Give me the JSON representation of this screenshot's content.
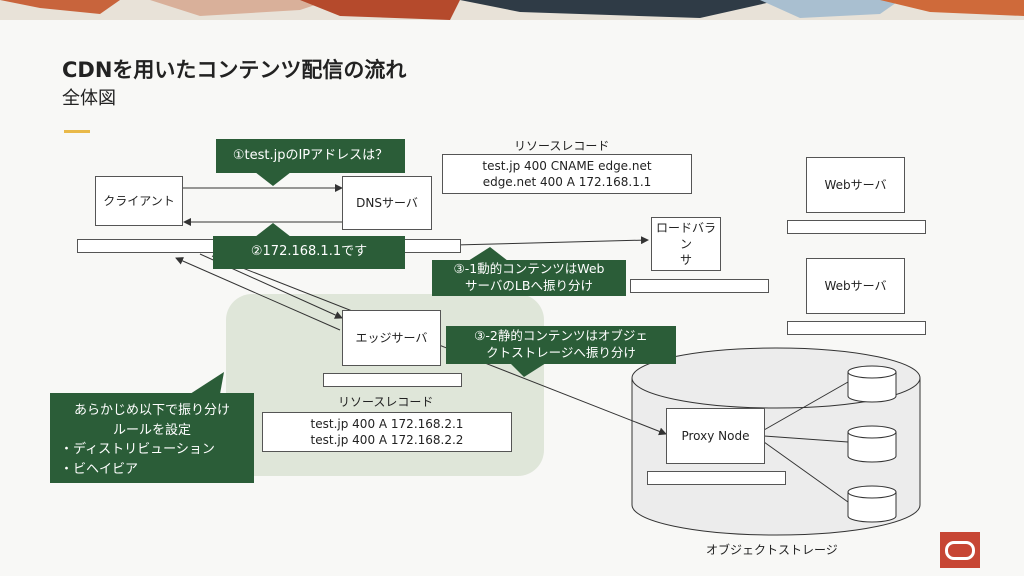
{
  "slide": {
    "title": "CDNを用いたコンテンツ配信の流れ",
    "subtitle": "全体図"
  },
  "nodes": {
    "client": "クライアント",
    "dns_server": "DNSサーバ",
    "load_balancer": "ロードバラン\nサ",
    "web_server_1": "Webサーバ",
    "web_server_2": "Webサーバ",
    "edge_server": "エッジサーバ",
    "proxy_node": "Proxy Node"
  },
  "labels": {
    "resource_record_top": "リソースレコード",
    "resource_record_edge": "リソースレコード",
    "object_storage": "オブジェクトストレージ"
  },
  "records": {
    "dns": "test.jp  400 CNAME edge.net\nedge.net 400 A 172.168.1.1",
    "edge": "test.jp  400 A 172.168.2.1\ntest.jp 400 A 172.168.2.2"
  },
  "callouts": {
    "step1": "①test.jpのIPアドレスは？",
    "step2": "②172.168.1.1です",
    "step3_1": "③-1動的コンテンツはWeb\nサーバのLBへ振り分け",
    "step3_2": "③-2静的コンテンツはオブジェ\nクトストレージへ振り分け",
    "note_line1": "あらかじめ以下で振り分け",
    "note_line2": "ルールを設定",
    "note_line3": "・ディストリビューション",
    "note_line4": "・ビヘイビア"
  },
  "colors": {
    "callout_green": "#2b5d38",
    "edge_zone": "#dfe6d9",
    "accent": "#e9b949",
    "brand_red": "#c74634"
  }
}
